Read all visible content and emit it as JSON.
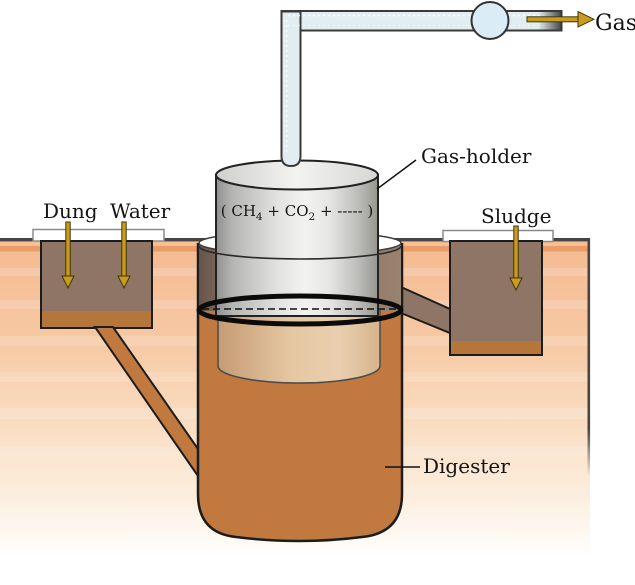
{
  "labels": {
    "gas": "Gas",
    "gas_holder": "Gas-holder",
    "dung": "Dung",
    "water": "Water",
    "sludge": "Sludge",
    "digester": "Digester"
  },
  "formula": {
    "prefix": "( CH",
    "sub_methane": "4",
    "middle": " + CO",
    "sub_co2": "2",
    "suffix": " + ----- )"
  },
  "colors": {
    "gold_arrow": "#c99c1d",
    "digester_slurry": "#c1793f",
    "tank_interior": "#8e7565",
    "tank_bottom_band": "#b5763c",
    "pipe_fill": "#e2edf2",
    "valve_fill": "#daecf6",
    "ground_top": "#f4ba90",
    "pit_wall": "#7c675b",
    "outline": "#1c1c1c"
  }
}
